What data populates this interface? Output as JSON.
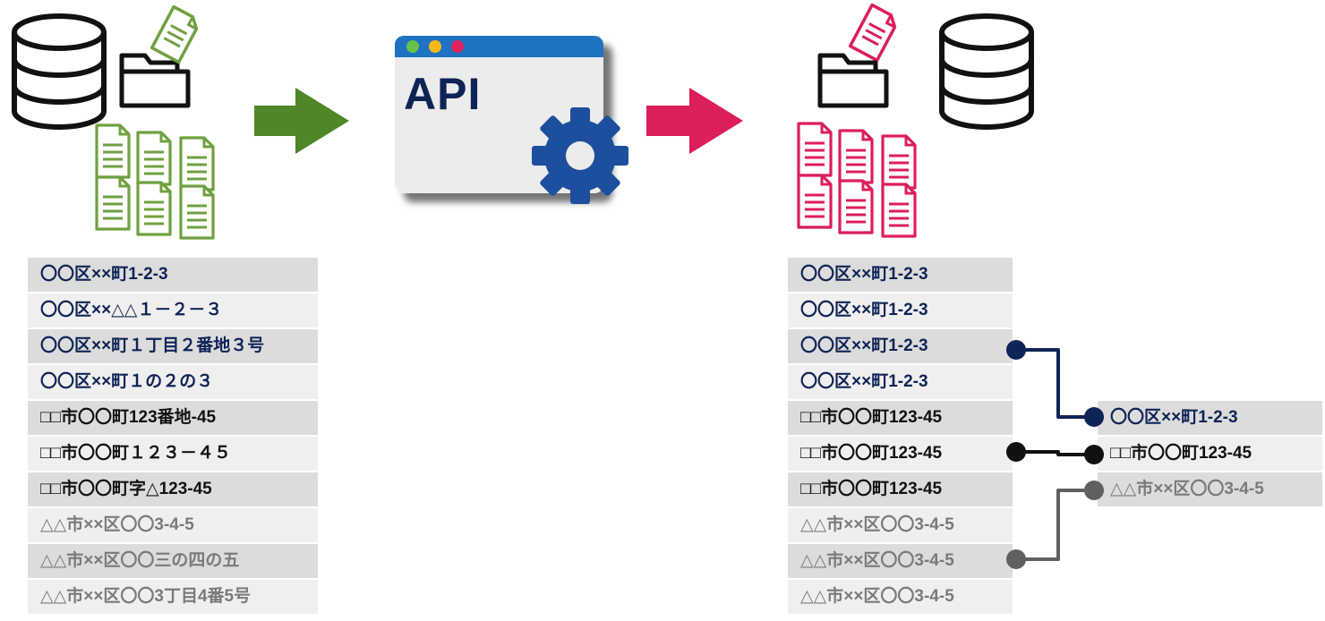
{
  "api_window": {
    "label": "API"
  },
  "colors": {
    "source_accent": "#70a040",
    "target_accent": "#dc1e5a",
    "arrow_green": "#4e8628",
    "arrow_red": "#dc1e5a",
    "gear": "#1e4e9e",
    "navy": "#0e2356",
    "gray": "#606060"
  },
  "source_addresses": [
    {
      "text": "〇〇区××町1-2-3",
      "tone": "blue"
    },
    {
      "text": "〇〇区××△△１－２－３",
      "tone": "blue"
    },
    {
      "text": "〇〇区××町１丁目２番地３号",
      "tone": "blue"
    },
    {
      "text": "〇〇区××町１の２の３",
      "tone": "blue"
    },
    {
      "text": "□□市〇〇町123番地-45",
      "tone": "black"
    },
    {
      "text": "□□市〇〇町１２３－４５",
      "tone": "black"
    },
    {
      "text": "□□市〇〇町字△123-45",
      "tone": "black"
    },
    {
      "text": "△△市××区〇〇3-4-5",
      "tone": "gray"
    },
    {
      "text": "△△市××区〇〇三の四の五",
      "tone": "gray"
    },
    {
      "text": "△△市××区〇〇3丁目4番5号",
      "tone": "gray"
    }
  ],
  "normalized_addresses": [
    {
      "text": "〇〇区××町1-2-3",
      "tone": "blue"
    },
    {
      "text": "〇〇区××町1-2-3",
      "tone": "blue"
    },
    {
      "text": "〇〇区××町1-2-3",
      "tone": "blue"
    },
    {
      "text": "〇〇区××町1-2-3",
      "tone": "blue"
    },
    {
      "text": "□□市〇〇町123-45",
      "tone": "black"
    },
    {
      "text": "□□市〇〇町123-45",
      "tone": "black"
    },
    {
      "text": "□□市〇〇町123-45",
      "tone": "black"
    },
    {
      "text": "△△市××区〇〇3-4-5",
      "tone": "gray"
    },
    {
      "text": "△△市××区〇〇3-4-5",
      "tone": "gray"
    },
    {
      "text": "△△市××区〇〇3-4-5",
      "tone": "gray"
    }
  ],
  "deduplicated_addresses": [
    {
      "text": "〇〇区××町1-2-3",
      "tone": "blue"
    },
    {
      "text": "□□市〇〇町123-45",
      "tone": "black"
    },
    {
      "text": "△△市××区〇〇3-4-5",
      "tone": "gray"
    }
  ]
}
